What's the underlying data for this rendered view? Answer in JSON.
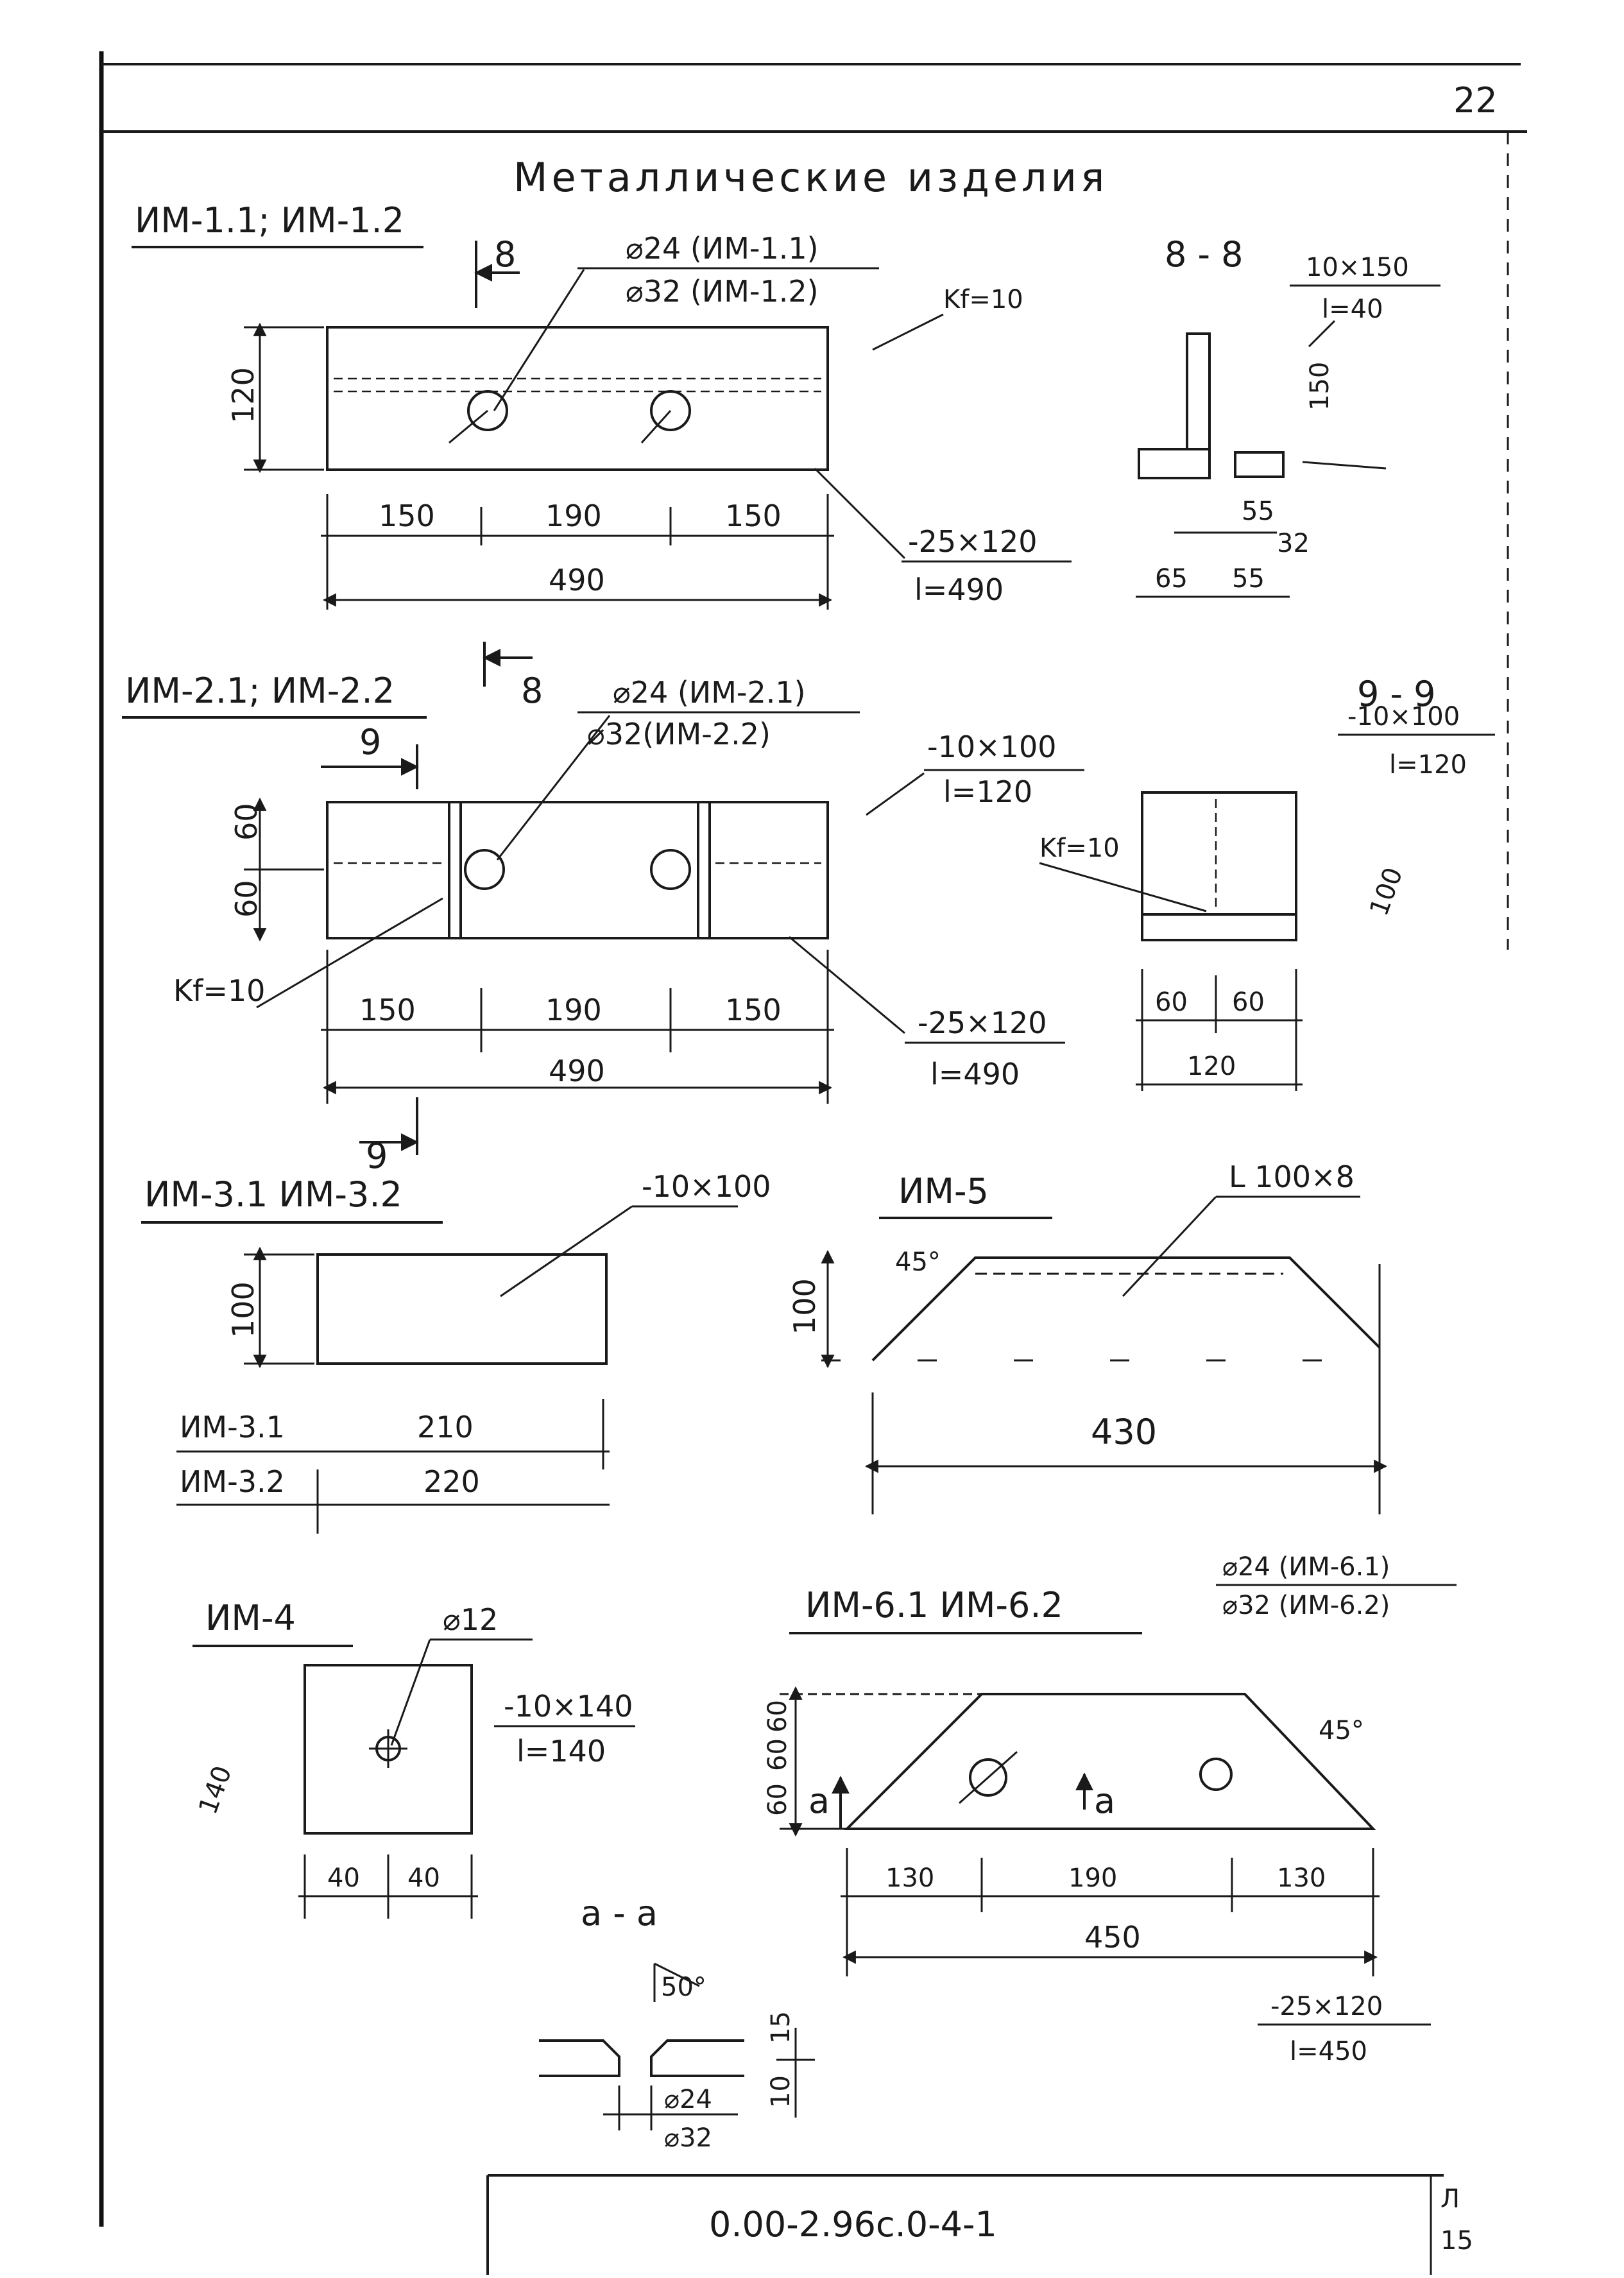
{
  "page_number": "22",
  "title": "Металлические изделия",
  "stamp_code": "0.00-2.96с.0-4-1",
  "stamp_side_top": "Л",
  "stamp_side_bottom": "15",
  "im1": {
    "header": "ИМ-1.1; ИМ-1.2",
    "section_arrow": "8",
    "hole_top": "⌀24 (ИМ-1.1)",
    "hole_bottom": "⌀32 (ИМ-1.2)",
    "weld": "Kf=10",
    "height": "120",
    "dims": [
      "150",
      "190",
      "150"
    ],
    "total": "490",
    "plate_top": "-25×120",
    "plate_bottom": "l=490"
  },
  "sec8": {
    "label": "8 - 8",
    "note_top": "10×150",
    "note_bottom": "l=40",
    "dims": [
      "55",
      "32"
    ],
    "bottom_dims": [
      "65",
      "55"
    ]
  },
  "im2": {
    "header": "ИМ-2.1; ИМ-2.2",
    "section_arrow_8": "8",
    "section_arrow_9": "9",
    "hole_top": "⌀24 (ИМ-2.1)",
    "hole_bottom": "⌀32(ИМ-2.2)",
    "rib_top": "-10×100",
    "rib_bottom": "l=120",
    "side_dims": [
      "60",
      "60"
    ],
    "weld": "Kf=10",
    "dims": [
      "150",
      "190",
      "150"
    ],
    "total": "490",
    "plate_top": "-25×120",
    "plate_bottom": "l=490"
  },
  "sec9": {
    "label": "9 - 9",
    "weld": "Kf=10",
    "note_top": "-10×100",
    "note_bottom": "l=120",
    "side_dim": "100",
    "dims": [
      "60",
      "60"
    ],
    "total": "120"
  },
  "im3": {
    "header": "ИМ-3.1  ИМ-3.2",
    "plate": "-10×100",
    "height": "100",
    "row1_label": "ИМ-3.1",
    "row1_value": "210",
    "row2_label": "ИМ-3.2",
    "row2_value": "220"
  },
  "im5": {
    "header": "ИМ-5",
    "angle_profile": "L 100×8",
    "angle": "45°",
    "height": "100",
    "total": "430"
  },
  "im4": {
    "header": "ИМ-4",
    "hole": "⌀12",
    "plate_top": "-10×140",
    "plate_bottom": "l=140",
    "side": "140",
    "dims": [
      "40",
      "40"
    ]
  },
  "im6": {
    "header": "ИМ-6.1  ИМ-6.2",
    "hole_top": "⌀24 (ИМ-6.1)",
    "hole_bottom": "⌀32 (ИМ-6.2)",
    "angle": "45°",
    "section_mark": "a",
    "side_dims": [
      "60",
      "60",
      "60"
    ],
    "dims": [
      "130",
      "190",
      "130"
    ],
    "total": "450",
    "plate_top": "-25×120",
    "plate_bottom": "l=450"
  },
  "secA": {
    "label": "a - a",
    "angle": "50°",
    "dims": [
      "15",
      "10"
    ],
    "hole_top": "⌀24",
    "hole_bottom": "⌀32"
  }
}
